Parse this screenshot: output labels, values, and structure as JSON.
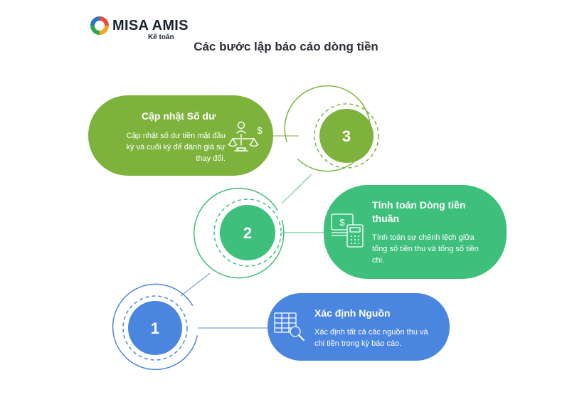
{
  "logo": {
    "name": "MISA AMIS",
    "subtitle": "Kế toán"
  },
  "title": "Các bước lập báo cáo dòng tiền",
  "steps": [
    {
      "number": "1",
      "title": "Xác định Nguồn",
      "description": "Xác định tất cả các nguồn thu và chi tiền trong kỳ báo cáo.",
      "color": "#4a86e0",
      "icon": "spreadsheet-search-icon"
    },
    {
      "number": "2",
      "title": "Tính toán Dòng tiền thuần",
      "description": "Tính toán sự chênh lệch giữa tổng số tiền thu và tổng số tiền chi.",
      "color": "#3ec07c",
      "icon": "money-calculator-icon"
    },
    {
      "number": "3",
      "title": "Cập nhật Số dư",
      "description": "Cập nhật số dư tiền mặt đầu kỳ và cuối kỳ để đánh giá sự thay đổi.",
      "color": "#7db33c",
      "icon": "person-balance-icon"
    }
  ]
}
